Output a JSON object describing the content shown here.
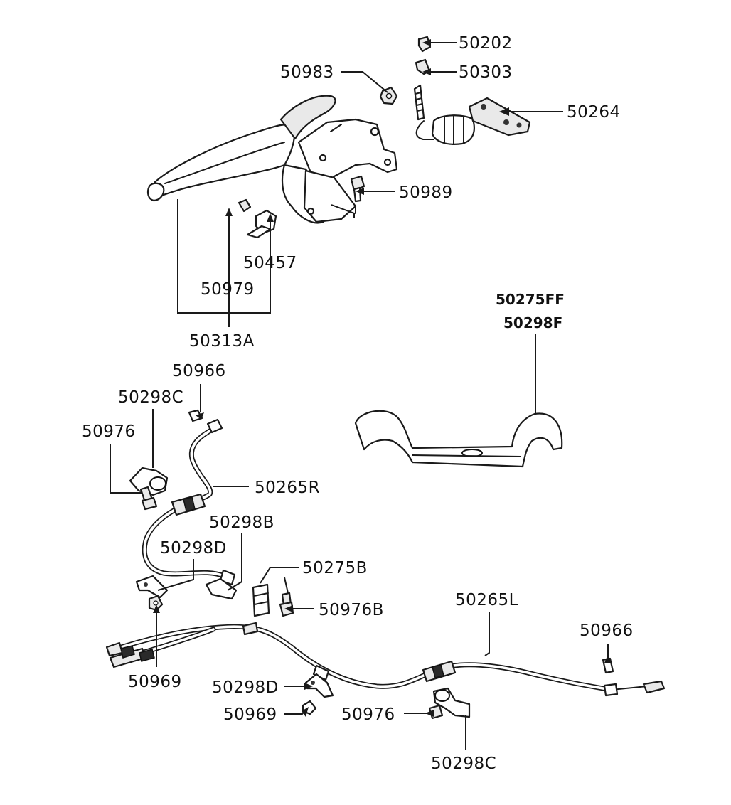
{
  "labels": {
    "p50202": "50202",
    "p50303": "50303",
    "p50983": "50983",
    "p50264": "50264",
    "p50989": "50989",
    "p50457": "50457",
    "p50979": "50979",
    "p50313A": "50313A",
    "p50275FF": "50275FF",
    "p50298F": "50298F",
    "p50966_top": "50966",
    "p50298C_top": "50298C",
    "p50976_top": "50976",
    "p50265R": "50265R",
    "p50298B": "50298B",
    "p50298D_top": "50298D",
    "p50275B": "50275B",
    "p50976B": "50976B",
    "p50265L": "50265L",
    "p50966_right": "50966",
    "p50969_left": "50969",
    "p50298D_bottom": "50298D",
    "p50969_bottom": "50969",
    "p50976_bottom": "50976",
    "p50298C_bottom": "50298C"
  }
}
